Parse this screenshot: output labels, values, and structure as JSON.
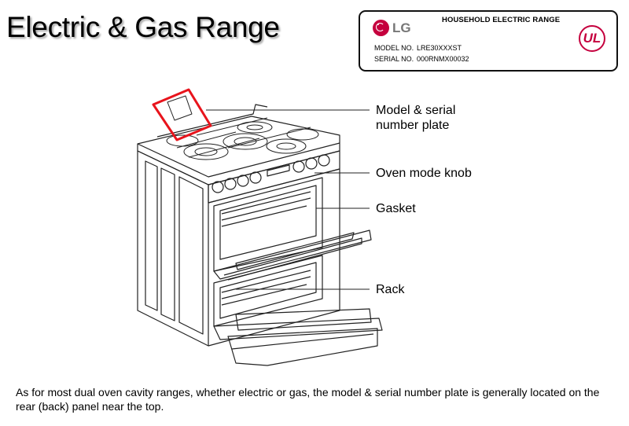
{
  "title": "Electric & Gas Range",
  "plate": {
    "brand": "LG",
    "heading": "HOUSEHOLD ELECTRIC RANGE",
    "model_label": "MODEL NO.",
    "model_value": "LRE30XXXST",
    "serial_label": "SERIAL NO.",
    "serial_value": "000RNMX00032",
    "cert_mark": "UL"
  },
  "callouts": [
    {
      "id": "model-plate",
      "text": "Model & serial number plate"
    },
    {
      "id": "oven-mode-knob",
      "text": "Oven mode knob"
    },
    {
      "id": "gasket",
      "text": "Gasket"
    },
    {
      "id": "rack",
      "text": "Rack"
    }
  ],
  "caption": "As for most dual oven cavity ranges, whether electric or gas, the model & serial number plate is generally located on the rear (back) panel near the top.",
  "colors": {
    "highlight": "#e8141c",
    "lg_red": "#c5003e",
    "line": "#222222"
  }
}
